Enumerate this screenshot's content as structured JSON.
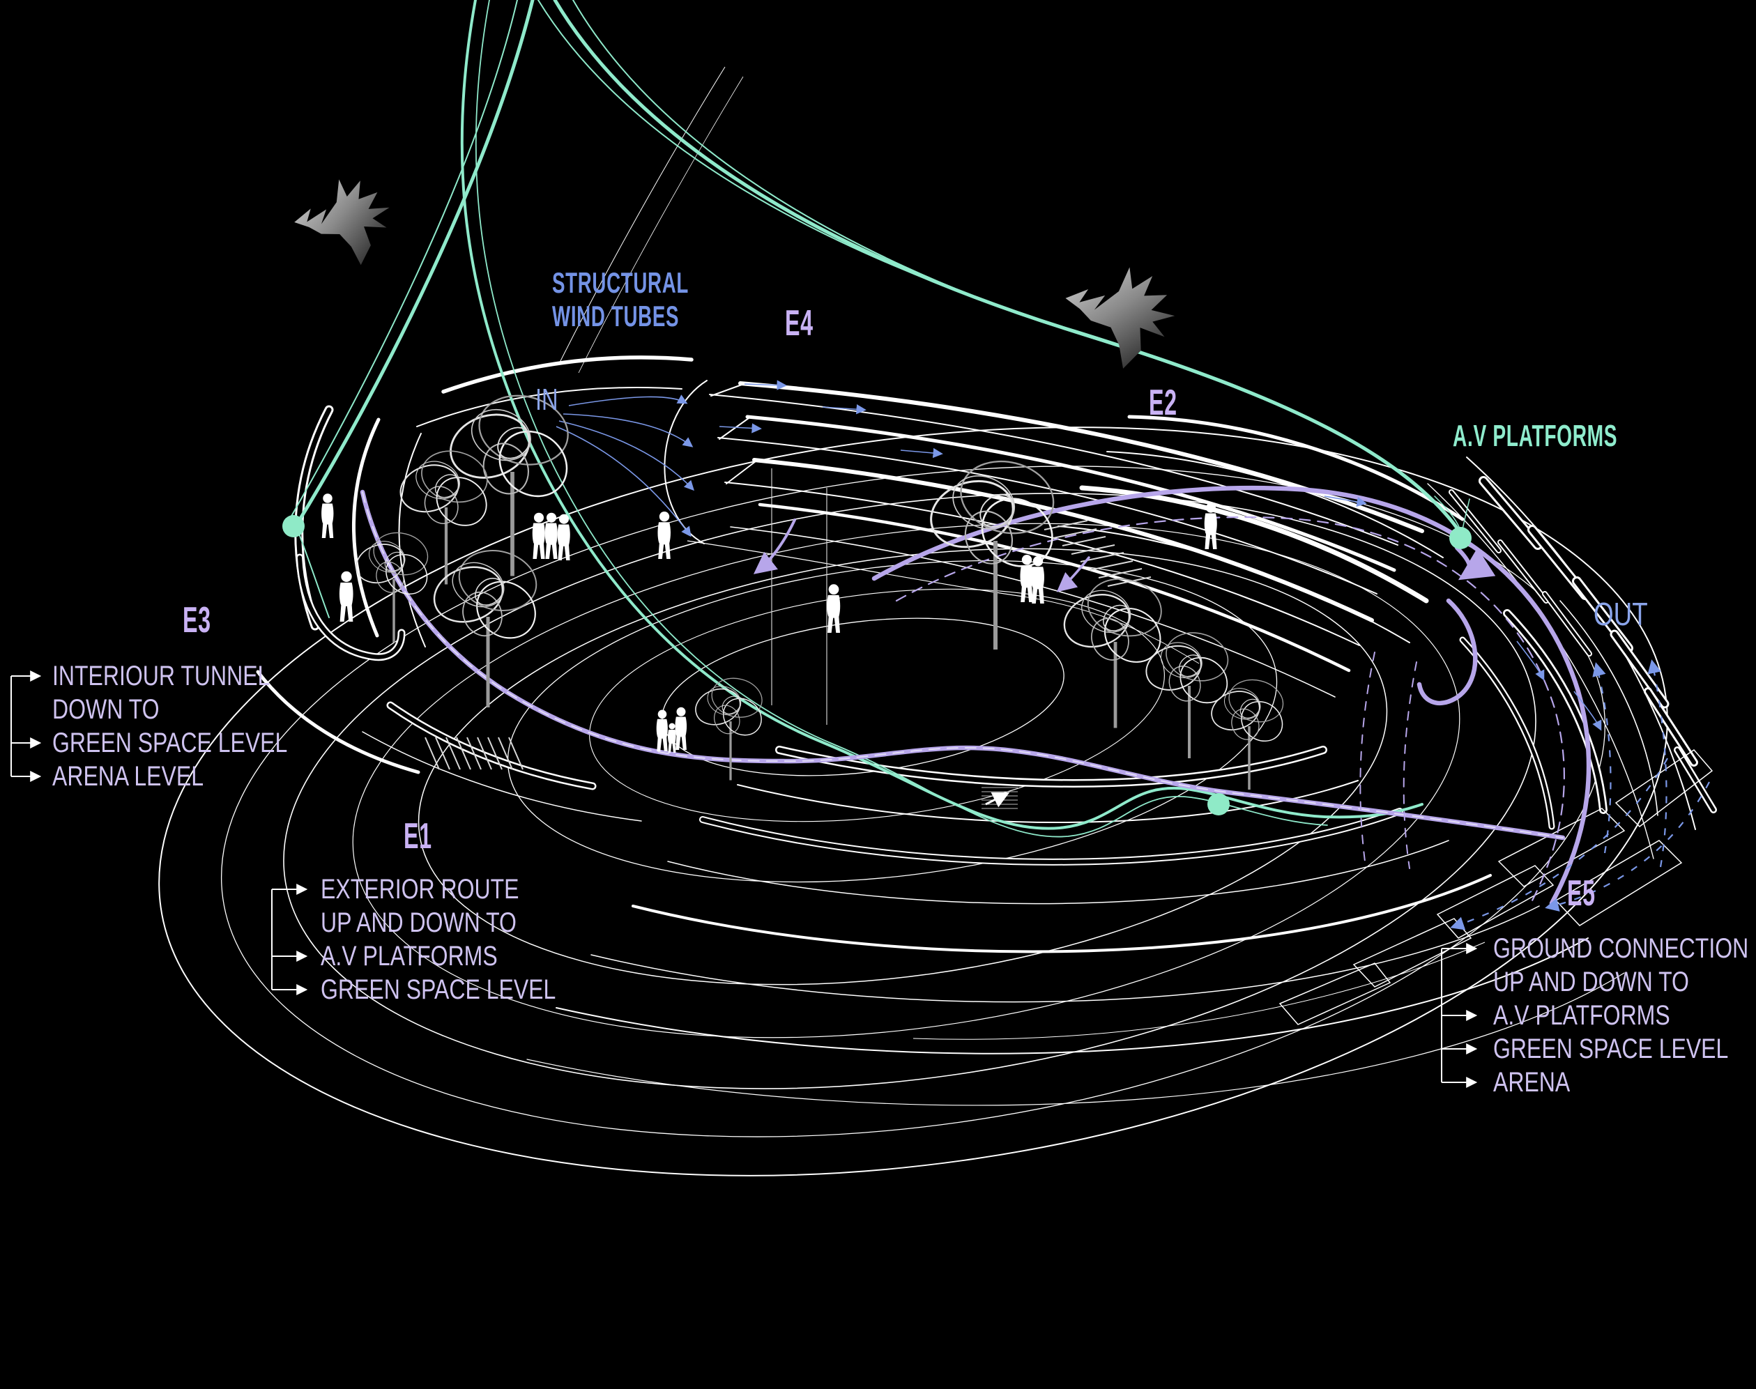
{
  "diagram_title": "Arena circulation and wind-tube diagram",
  "labels": {
    "structural_wind_tubes_line1": "STRUCTURAL",
    "structural_wind_tubes_line2": "WIND TUBES",
    "av_platforms": "A.V PLATFORMS",
    "in": "IN",
    "out": "OUT",
    "e1": "E1",
    "e2": "E2",
    "e3": "E3",
    "e4": "E4",
    "e5": "E5"
  },
  "annotations": {
    "e3": {
      "items": [
        "INTERIOUR TUNNEL",
        "DOWN TO",
        "GREEN SPACE LEVEL",
        "ARENA LEVEL"
      ]
    },
    "e1": {
      "items": [
        "EXTERIOR ROUTE",
        "UP AND DOWN TO",
        "A.V PLATFORMS",
        "GREEN SPACE LEVEL"
      ]
    },
    "e5": {
      "items": [
        "GROUND CONNECTION",
        "UP AND DOWN TO",
        "A.V PLATFORMS",
        "GREEN SPACE LEVEL",
        "ARENA"
      ]
    }
  },
  "colors": {
    "background": "#000000",
    "wireframe": "#FFFFFF",
    "teal_route": "#8FEACB",
    "teal_dot": "#8FEAC7",
    "purple_route": "#B7A6EA",
    "wind_blue": "#7B98E8",
    "label_blue": "#7493E6",
    "label_lavender": "#C9B2F4",
    "label_mint": "#8FECCD",
    "list_text": "#CFC3F0",
    "tree_gray": "#CCCCCC",
    "bird_gray": "#8A8A8A"
  },
  "icons": {
    "tree-icon": "scribbled canopy tree",
    "person-icon": "human silhouette",
    "bird-icon": "gradient bird silhouette",
    "platform-dot-icon": "filled teal circle marker",
    "arrow-icon": "flow arrowhead"
  }
}
